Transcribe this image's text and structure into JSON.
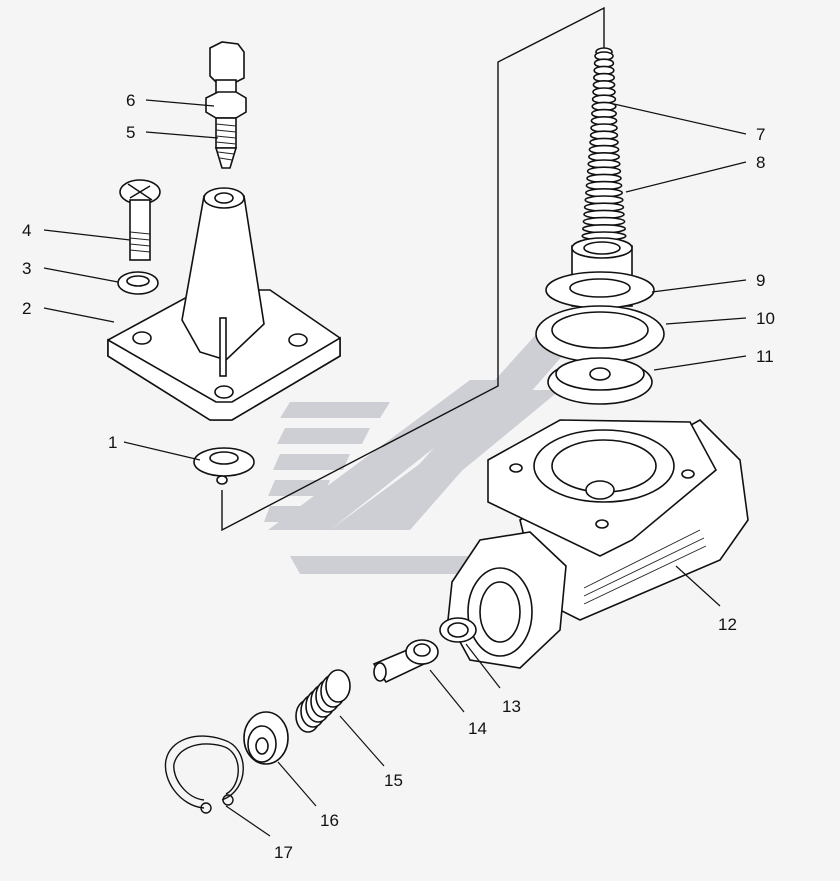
{
  "diagram": {
    "watermark_color": "#c8c8d0",
    "line_color": "#111111",
    "background": "#f5f5f5",
    "callouts": [
      "1",
      "2",
      "3",
      "4",
      "5",
      "6",
      "7",
      "8",
      "9",
      "10",
      "11",
      "12",
      "13",
      "14",
      "15",
      "16",
      "17"
    ]
  }
}
